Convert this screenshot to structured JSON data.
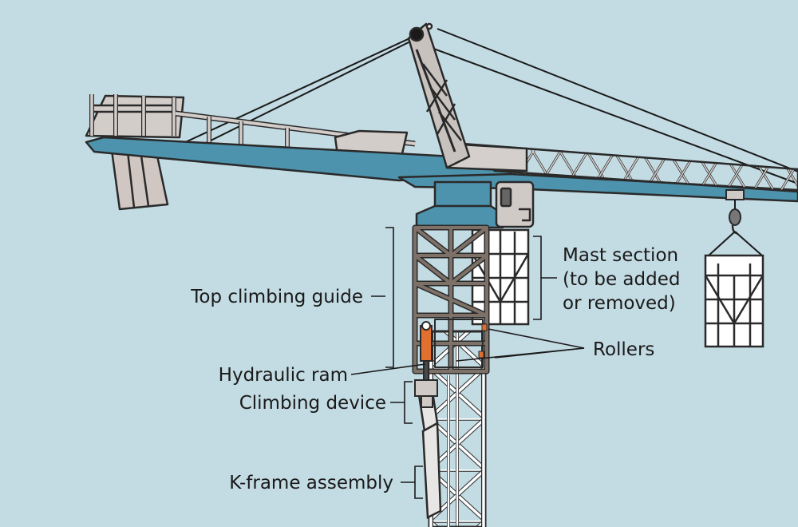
{
  "labels": {
    "top_climbing_guide": "Top climbing guide",
    "mast_section_line1": "Mast section",
    "mast_section_line2": "(to be added",
    "mast_section_line3": "or removed)",
    "rollers": "Rollers",
    "hydraulic_ram": "Hydraulic ram",
    "climbing_device": "Climbing device",
    "k_frame_assembly": "K-frame assembly"
  },
  "colors": {
    "sky": "#c3dbe3",
    "jib_blue": "#4d93ad",
    "frame_grey": "#c8c2bf",
    "climbing_frame_brown": "#7d7168",
    "mast_white": "#ffffff",
    "hydraulic_orange": "#e07030",
    "outline": "#2a2a2a"
  }
}
